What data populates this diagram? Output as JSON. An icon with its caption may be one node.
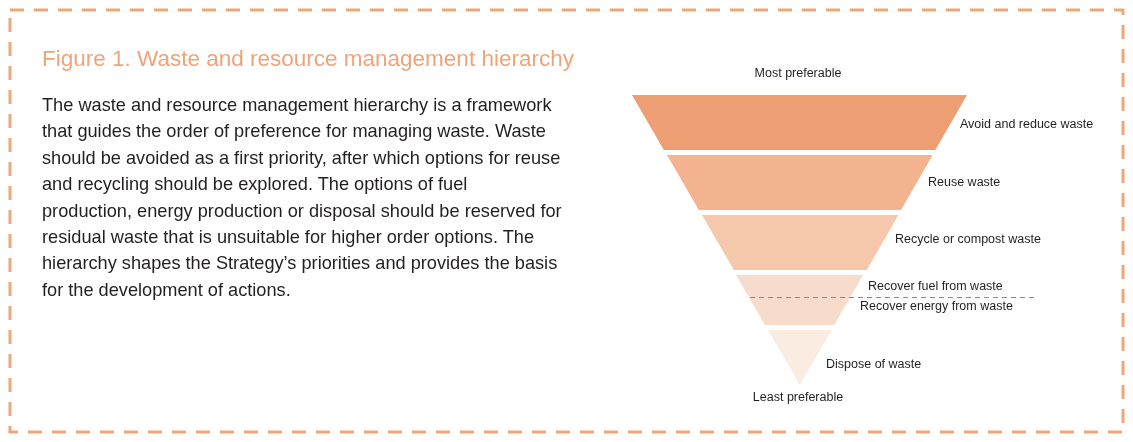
{
  "diagram": {
    "title": "Figure 1. Waste and resource management hierarchy",
    "nodes": [
      {
        "text": [],
        "shape": "trapezoid",
        "beside": [
          "Avoid and reduce waste"
        ]
      },
      {
        "text": [],
        "shape": "trapezoid",
        "beside": [
          "Reuse waste"
        ]
      },
      {
        "text": [],
        "shape": "trapezoid",
        "beside": [
          "Recycle or compost waste"
        ]
      },
      {
        "text": [],
        "shape": "trapezoid",
        "beside": [
          "Recover fuel from waste",
          "Recover energy from waste"
        ]
      },
      {
        "text": [],
        "shape": "triangle",
        "beside": [
          "Dispose of waste"
        ]
      }
    ],
    "edges": [],
    "labels": [
      "The waste and resource management hierarchy is a framework that guides the order of preference for managing waste. Waste should be avoided as a first priority, after which options for reuse and recycling should be explored. The options of fuel production, energy production or disposal should be reserved for residual waste that is unsuitable for higher order options. The hierarchy shapes the Strategy’s priorities and provides the basis for the development of actions.",
      "Most preferable",
      "Least preferable"
    ]
  }
}
